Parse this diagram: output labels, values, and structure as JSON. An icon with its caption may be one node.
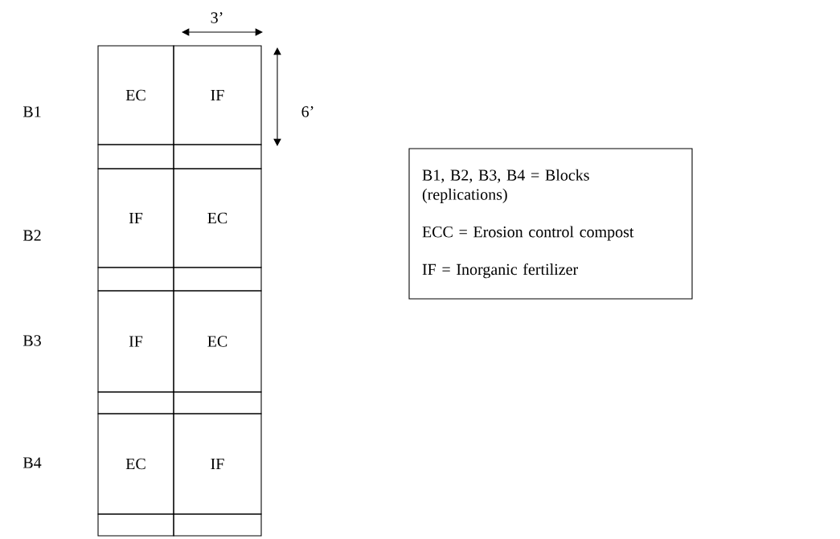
{
  "diagram": {
    "nodes": [
      {
        "text": [
          "EC"
        ]
      },
      {
        "text": [
          "IF"
        ]
      },
      {
        "text": [],
        "shape": "box"
      },
      {
        "text": [],
        "shape": "box"
      },
      {
        "text": [
          "IF"
        ]
      },
      {
        "text": [
          "EC"
        ]
      },
      {
        "text": [],
        "shape": "box"
      },
      {
        "text": [],
        "shape": "box"
      },
      {
        "text": [
          "IF"
        ]
      },
      {
        "text": [
          "EC"
        ]
      },
      {
        "text": [],
        "shape": "box"
      },
      {
        "text": [],
        "shape": "box"
      },
      {
        "text": [
          "EC"
        ]
      },
      {
        "text": [
          "IF"
        ]
      },
      {
        "text": [],
        "shape": "box"
      },
      {
        "text": [],
        "shape": "box"
      },
      {
        "text": [
          "B1, B2, B3, B4 = Blocks (replications)",
          "ECC = Erosion control compost",
          "IF = Inorganic fertilizer"
        ]
      }
    ],
    "labels": [
      "3’",
      "B1",
      "6’",
      "B2",
      "B3",
      "B4"
    ]
  }
}
